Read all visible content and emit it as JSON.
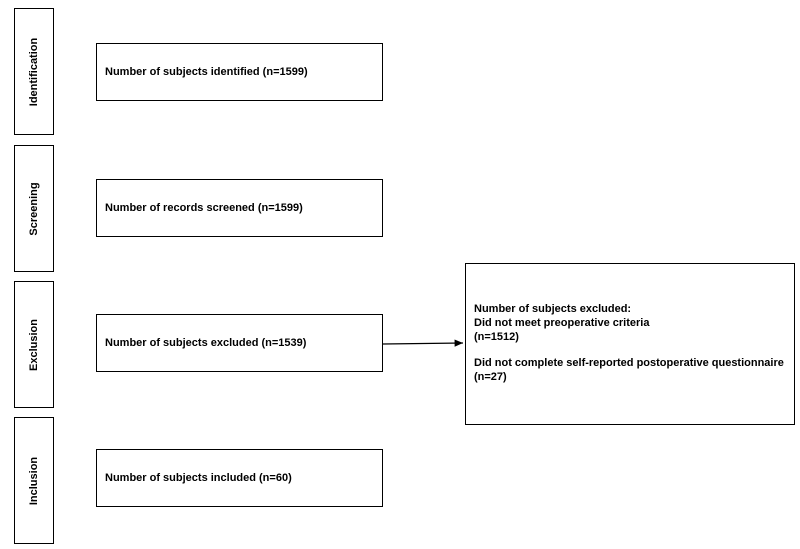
{
  "stages": [
    {
      "id": "identification",
      "label": "Identification"
    },
    {
      "id": "screening",
      "label": "Screening"
    },
    {
      "id": "exclusion",
      "label": "Exclusion"
    },
    {
      "id": "inclusion",
      "label": "Inclusion"
    }
  ],
  "boxes": {
    "identified": "Number of subjects identified (n=1599)",
    "screened": "Number of records screened (n=1599)",
    "excluded": "Number of subjects excluded (n=1539)",
    "included": "Number of subjects included (n=60)"
  },
  "exclusion_detail": {
    "heading": "Number of subjects excluded:",
    "reason1": "Did not meet preoperative criteria",
    "reason1_count": "(n=1512)",
    "reason2": "Did not complete self-reported postoperative questionnaire",
    "reason2_count": "(n=27)"
  }
}
